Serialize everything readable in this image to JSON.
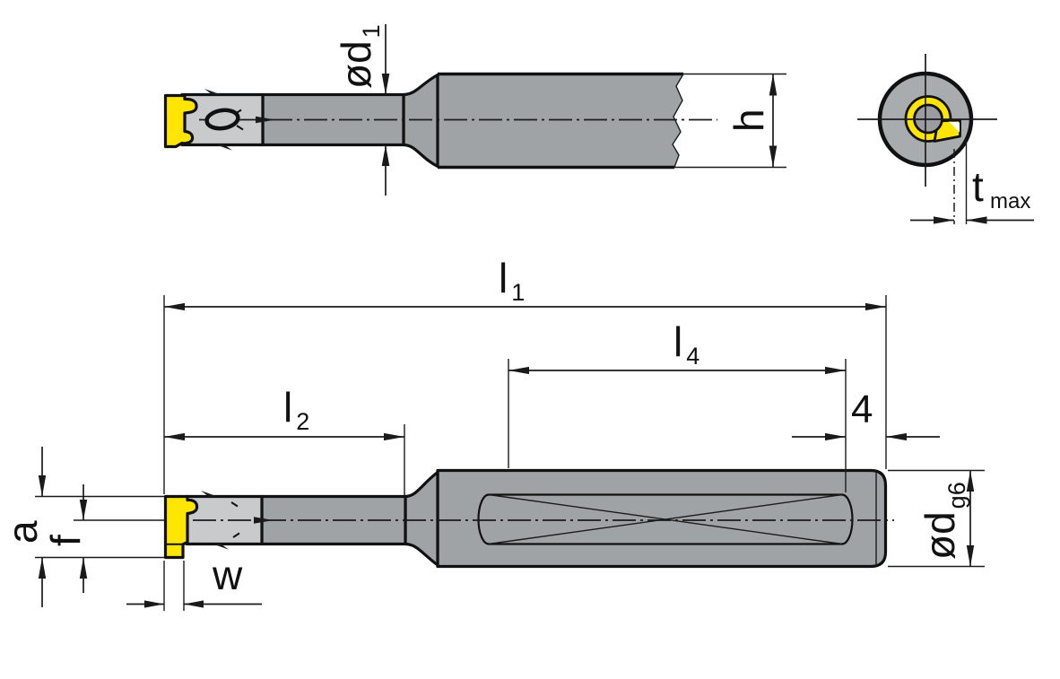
{
  "colors": {
    "background": "#ffffff",
    "outline": "#111111",
    "insert_yellow": "#ffe500",
    "body_gray": "#a0a3a5",
    "head_gray": "#c8cacc",
    "end_view_outer_gray": "#a9acae",
    "end_view_bore_gray": "#9a9da0"
  },
  "dimensions": {
    "d1": {
      "label": "ød",
      "sub": "1"
    },
    "h": {
      "label": "h"
    },
    "t_max": {
      "label": "t",
      "sub": "max"
    },
    "l1": {
      "label": "l",
      "sub": "1"
    },
    "l2": {
      "label": "l",
      "sub": "2"
    },
    "l4": {
      "label": "l",
      "sub": "4"
    },
    "clamp_flat_end_offset": {
      "label": "4"
    },
    "a": {
      "label": "a"
    },
    "f": {
      "label": "f"
    },
    "w": {
      "label": "w"
    },
    "d_g6": {
      "label": "ød",
      "sub": "g6"
    }
  }
}
